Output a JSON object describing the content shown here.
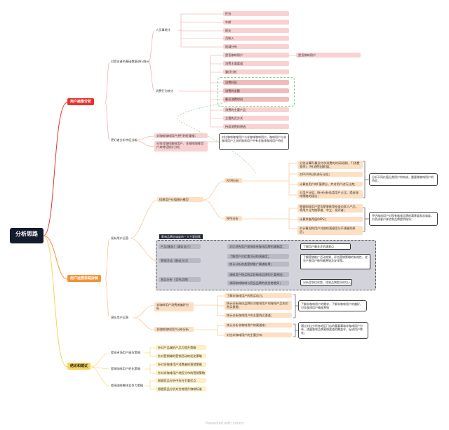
{
  "root": "分析思路",
  "sections": {
    "portrait": "用户画像分析",
    "ops": "用户运营思路拆解",
    "conclusion": "结论和建议"
  },
  "portrait": {
    "demo": "对受访者的基础数据进行统计",
    "demo_sub": "人员事统计",
    "demo_items": [
      "性别",
      "年龄",
      "职业",
      "月收入",
      "地域分布"
    ],
    "consume_sub": "消费行为统计",
    "consume_items": [
      "是否咖啡用户",
      "消费主要渠道",
      "重好分析",
      "消费时段",
      "消费的金额",
      "最近消费时间",
      "消费的主要产品",
      "主要购买方式",
      "持续消费的原因"
    ],
    "consume_tag": "是否咖啡用户",
    "deep": "更好者分析特征分析",
    "deep_items": [
      "对咖啡咖啡用户进行特征重描：",
      "分别对咖啡咖啡用户、非咖啡咖啡用户来特征统计分析"
    ],
    "deep_note": "对比咖啡咖啡用户与非咖啡咖啡用户，咖啡用户与非咖啡用户之间的咖啡用户中有非咖啡咖啡用户特征"
  },
  "ops": {
    "users": "现有用户运营",
    "model_a": "搭建用户价值细分模型",
    "rfm": "RFM分析",
    "rfm_items": [
      "分别计算R(最近付次消费的时间间隔)、F(消费频率)、M(消费金额)值；",
      "对R\\F\\M分别进行分组；",
      "计算各用户的F值得分，并对用户进行分类；",
      "对用户分组，统计分析各类用户占比，提出咖啡策略的建议；"
    ],
    "rfm_note": "分析不同价值分类用户的构成，重要做咖啡用户的特征；",
    "nps": "NPS分析",
    "nps_items": [
      "根据咖啡用户是否愿意推荐给身边家人产品，将用户分为推荐者、中立、批评者；",
      "计算净推荐值(NPS)；",
      "对计算现和用户对咖啡满意度与不满意的原因；"
    ],
    "nps_note": "评估咖啡用户对现有咖啡品牌的满意度和忠诚度，对及进客户体验和品牌提供指导；",
    "panel_label": "影响品牌忠诚度的三大主要因素",
    "panel_rows": [
      "产品(服务)（满足自己）",
      "营销活动（配送方式）",
      "宣品分析（竞争品牌）"
    ],
    "panel_items": [
      "对比领先用户现咖啡有咖啡品牌的满意度；",
      "了解用户对优惠活动的满意度；",
      "统计分析各类营销推广渠道结果；",
      "调研用户购买购买获咖啡品牌的主要原因；",
      "调研咖啡咖啡与竞品品牌的优劣势差异；"
    ],
    "panel_notes": [
      "了解用户最关注的满意点",
      "了解营销推广活动效果，评估营销策略的有效性，优先产推用户做到最营销及安排等。",
      "分析竞争优劣势，找到品牌差异的切入点"
    ],
    "potential": "潜在用户运营",
    "potential_a": "非咖啡用户消费者偏好分析",
    "potential_a_items": [
      "了解非咖啡用户的购买动力；",
      "统计分析具体品牌价对咖啡用户的咖啡产品的对购买意愿；",
      "统计分析咖啡用户的主要购买渠道；"
    ],
    "potential_a_note": "了解非咖啡用户的需求，了解非咖啡用户的偏好，对非咖啡用户精准营销",
    "potential_b": "非咖啡咖啡用户分布分析",
    "potential_b_items": [
      "统计分析非咖啡用户的渠道来;",
      "对比非咖啡用户的主要分布;"
    ],
    "potential_b_note": "通过对比分析各地区门店的重要事和非咖啡用户分布，透露咖啡品牌营销渠道的覆盖率，促进用户转化；"
  },
  "conclusion": {
    "groups": [
      {
        "label": "提高市场用户留存策略",
        "items": [
          "针对产品端的产品力提升策略",
          "针对营销端的营销活动的优化策略"
        ]
      },
      {
        "label": "提高咖啡用户转化策略",
        "items": [
          "针对非咖啡用户消费者的营销策略",
          "针对非咖啡用户地区分布的营销策略"
        ]
      },
      {
        "label": "提高咖啡整体竞争力策略",
        "items": [
          "根据竞品分析中存在主要优点",
          "根据竞品分析对劣势提升咖啡标准"
        ]
      }
    ]
  },
  "footer": "Presented with xmind",
  "colors": {
    "red": "#e8322d",
    "orange": "#f39236",
    "yellow": "#f8d35a",
    "root": "#141b2d"
  }
}
